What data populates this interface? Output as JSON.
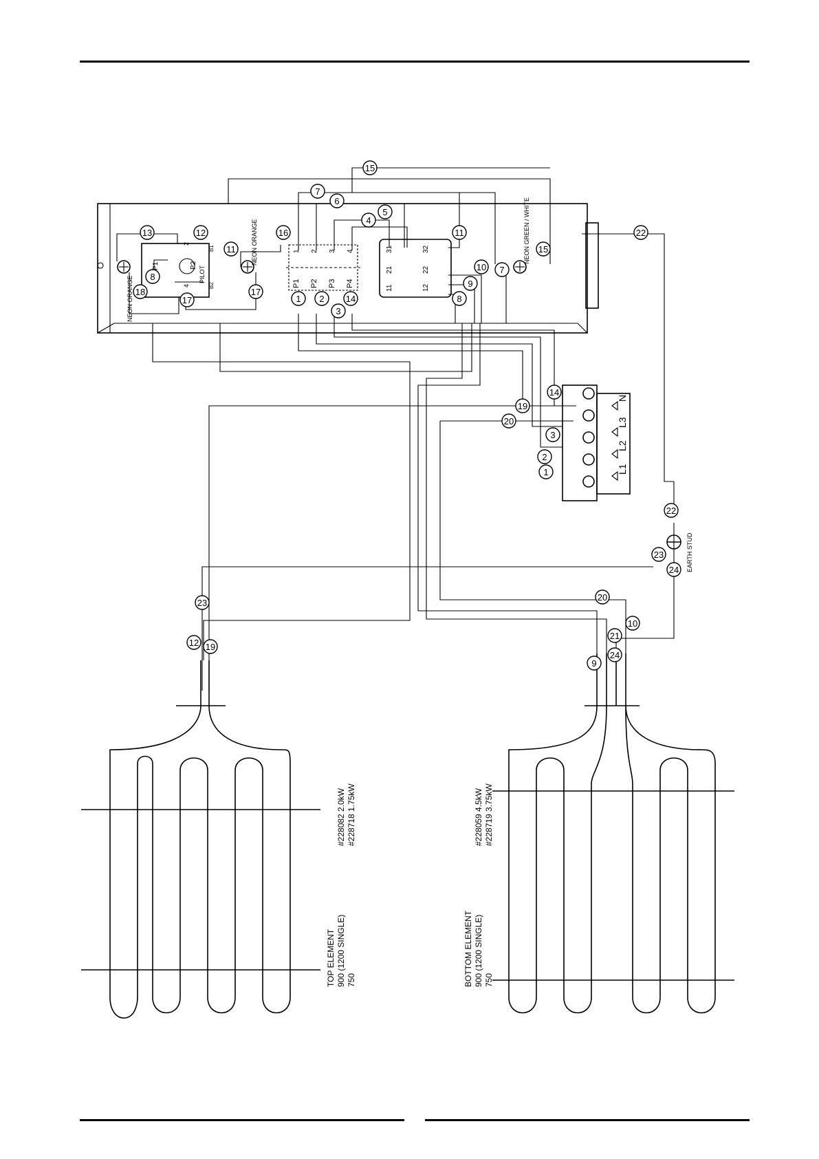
{
  "labels": {
    "neon_left": "NEON ORANGE",
    "neon_mid": "NEON ORANGE",
    "neon_right": "NEON GREEN / WHITE",
    "earth_stud": "EARTH STUD",
    "pilot": "PILOT",
    "pilot_p1": "P1",
    "pilot_p2": "P2",
    "pilot_t2": "2",
    "pilot_t4": "4",
    "pilot_b2": "B2",
    "pilot_b1": "B1",
    "switch_p": [
      "P1",
      "P2",
      "P3",
      "P4"
    ],
    "switch_top": [
      "1",
      "2",
      "3",
      "4"
    ],
    "contacts_top": [
      "31",
      "32"
    ],
    "contacts_mid": [
      "21",
      "22"
    ],
    "contacts_bot": [
      "11",
      "12"
    ],
    "terminals": [
      "L1",
      "L2",
      "L3",
      "N"
    ]
  },
  "top_element": {
    "title": "TOP ELEMENT",
    "line1_model": "900 (1200 SINGLE)",
    "line1_part": "#228082  2.0kW",
    "line2_model": "750",
    "line2_part": "#228718  1.75kW"
  },
  "bottom_element": {
    "title": "BOTTOM ELEMENT",
    "line1_model": "900 (1200 SINGLE)",
    "line1_part": "#228059  4.5kW",
    "line2_model": "750",
    "line2_part": "#228719  3.75kW"
  },
  "wire_tags": {
    "t1": "1",
    "t2": "2",
    "t3": "3",
    "t4": "4",
    "t5": "5",
    "t6": "6",
    "t7": "7",
    "t7b": "7",
    "t8": "8",
    "t8b": "8",
    "t9": "9",
    "t9b": "9",
    "t10": "10",
    "t10b": "10",
    "t11": "11",
    "t11b": "11",
    "t12": "12",
    "t12b": "12",
    "t13": "13",
    "t14": "14",
    "t14b": "14",
    "t15": "15",
    "t15b": "15",
    "t16": "16",
    "t17": "17",
    "t17b": "17",
    "t18": "18",
    "t19": "19",
    "t19b": "19",
    "t20": "20",
    "t20b": "20",
    "t21": "21",
    "t22": "22",
    "t22b": "22",
    "t23": "23",
    "t23b": "23",
    "t24": "24",
    "t24b": "24",
    "t1b": "1",
    "t2b": "2",
    "t3b": "3"
  }
}
